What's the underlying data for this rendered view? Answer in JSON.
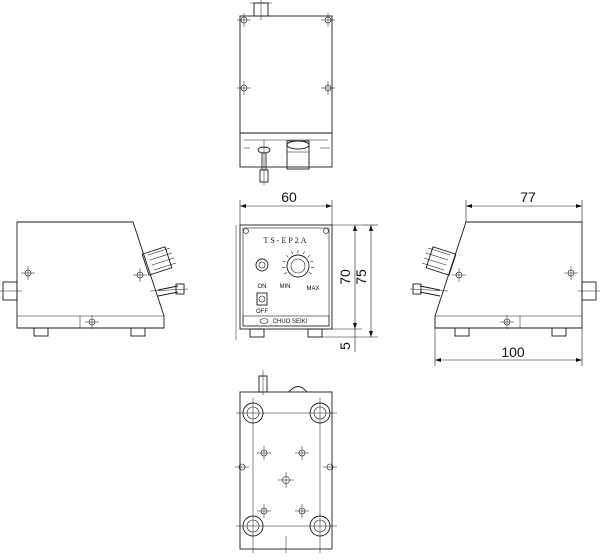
{
  "front_panel": {
    "model": "TS-EP2A",
    "on_label": "ON",
    "off_label": "OFF",
    "min_label": "MIN",
    "max_label": "MAX",
    "brand_label": "CHUO SEIKI"
  },
  "dimensions": {
    "front_width": "60",
    "front_height": "70",
    "front_total_height": "75",
    "foot_height": "5",
    "side_top_length": "77",
    "side_total_length": "100"
  }
}
